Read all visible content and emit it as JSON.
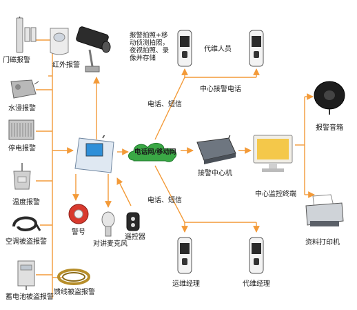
{
  "sensors": {
    "door_alarm": "门磁报警",
    "infrared_alarm": "红外报警",
    "water_alarm": "水浸报警",
    "power_failure_alarm": "停电报警",
    "temperature_alarm": "温度报警",
    "ac_theft_alarm": "空调被盗报警",
    "battery_theft_alarm": "蓄电池被盗报警",
    "feeder_theft_alarm": "馈线被盗报警"
  },
  "camera_note": "报警拍照+移\n动侦测拍照，\n夜视拍照、录\n像并存储",
  "accessories": {
    "siren": "警号",
    "intercom_mic": "对讲麦克风",
    "remote_control": "遥控器"
  },
  "network": {
    "cloud_label": "电话网/移动网",
    "phone_sms_upper": "电话、短信",
    "phone_sms_lower": "电话、短信"
  },
  "people": {
    "agent": "代维人员",
    "ops_manager": "运维经理",
    "agent_manager": "代维经理"
  },
  "center": {
    "call_center_bar": "中心接警电话",
    "receiver": "接警中心机",
    "monitor_terminal": "中心监控终端",
    "alarm_speaker": "报警音箱",
    "printer": "资料打印机"
  },
  "colors": {
    "wire": "#f39a38",
    "cloud": "#3aa845",
    "phone_body": "#f3f3f3",
    "phone_screen": "#2a2a2a"
  }
}
